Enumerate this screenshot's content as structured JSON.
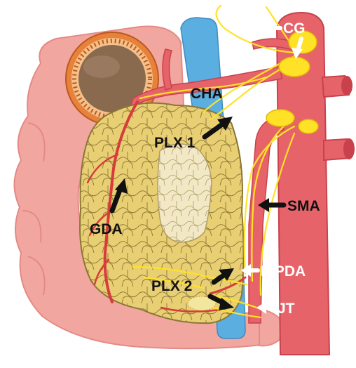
{
  "labels": {
    "cg": "CG",
    "cha": "CHA",
    "plx1": "PLX 1",
    "gda": "GDA",
    "sma": "SMA",
    "pipda": "PIPDA",
    "plx2": "PLX 2",
    "jt": "JT"
  },
  "colors": {
    "intestine": "#f2a6a0",
    "intestine_dark": "#e48a86",
    "pancreas": "#e9cf73",
    "pancreas_light": "#f2e8c6",
    "lobule_line": "#8a7636",
    "aorta": "#e7636a",
    "aorta_dark": "#c8414b",
    "vein": "#5aaee0",
    "nerve": "#ffe227",
    "arrow_black": "#111111",
    "arrow_white": "#ffffff",
    "lumen": "#8a6a4e",
    "wall_orange": "#e8823a"
  }
}
